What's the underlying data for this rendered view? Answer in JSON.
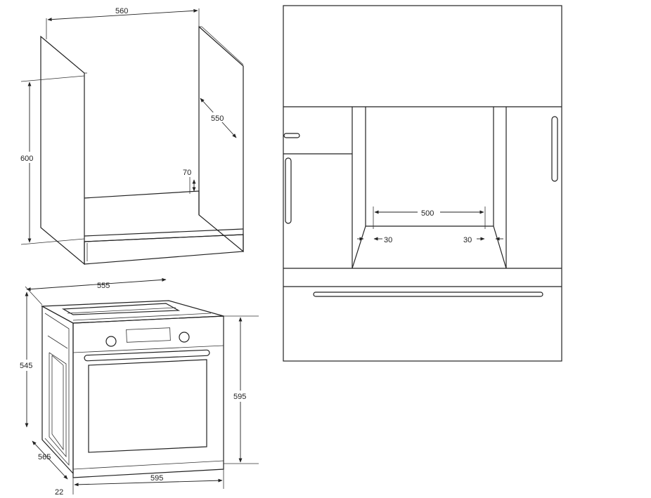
{
  "cabinet_dimensions": {
    "width": "560",
    "height": "600",
    "depth": "550",
    "rear_gap": "70"
  },
  "oven_dimensions": {
    "top_depth": "555",
    "side_height": "545",
    "body_depth": "565",
    "front_height": "595",
    "front_width": "595",
    "door_offset": "22"
  },
  "front_view_dimensions": {
    "inner_width": "500",
    "left_clearance": "30",
    "right_clearance": "30"
  },
  "colors": {
    "line": "#222222",
    "background": "#ffffff"
  }
}
